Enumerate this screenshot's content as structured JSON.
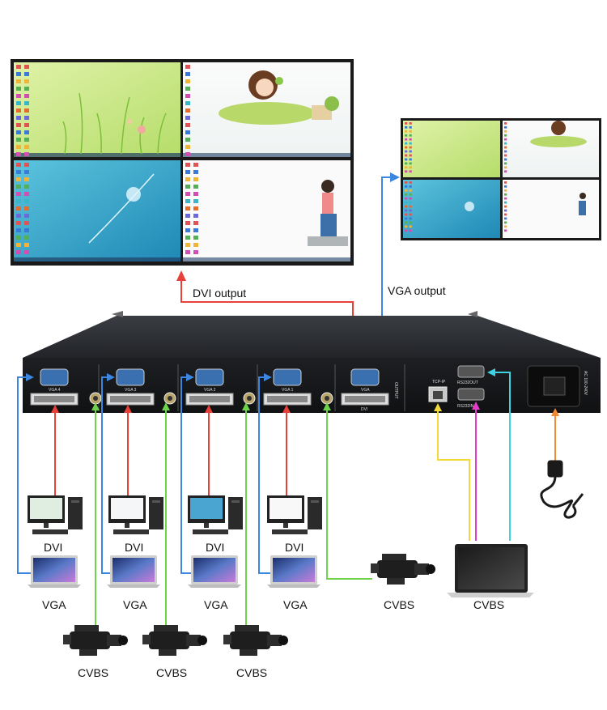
{
  "outputs": {
    "dvi_label": "DVI output",
    "vga_label": "VGA output"
  },
  "panel": {
    "ports": [
      "VGA 4",
      "VGA 3",
      "VGA 2",
      "VGA 1"
    ],
    "output_port": "VGA",
    "output_dvi": "DVI",
    "output_tag": "OUTPUT",
    "tcpip": "TCP-IP",
    "rs232out": "RS232OUT",
    "rs232in": "RS232IN",
    "power": "AC 100-240V"
  },
  "sources": {
    "dvi": [
      "DVI",
      "DVI",
      "DVI",
      "DVI"
    ],
    "vga": [
      "VGA",
      "VGA",
      "VGA",
      "VGA"
    ],
    "cvbs_bottom": [
      "CVBS",
      "CVBS",
      "CVBS"
    ],
    "cvbs_side": "CVBS",
    "laptop_label": "CVBS"
  },
  "colors": {
    "dvi": "#e8413a",
    "vga": "#3b86e0",
    "cvbs": "#6ed24a",
    "tcp": "#f2d93a",
    "rs232in": "#e23cc8",
    "rs232out": "#3fd2e3",
    "power": "#f08a33"
  }
}
